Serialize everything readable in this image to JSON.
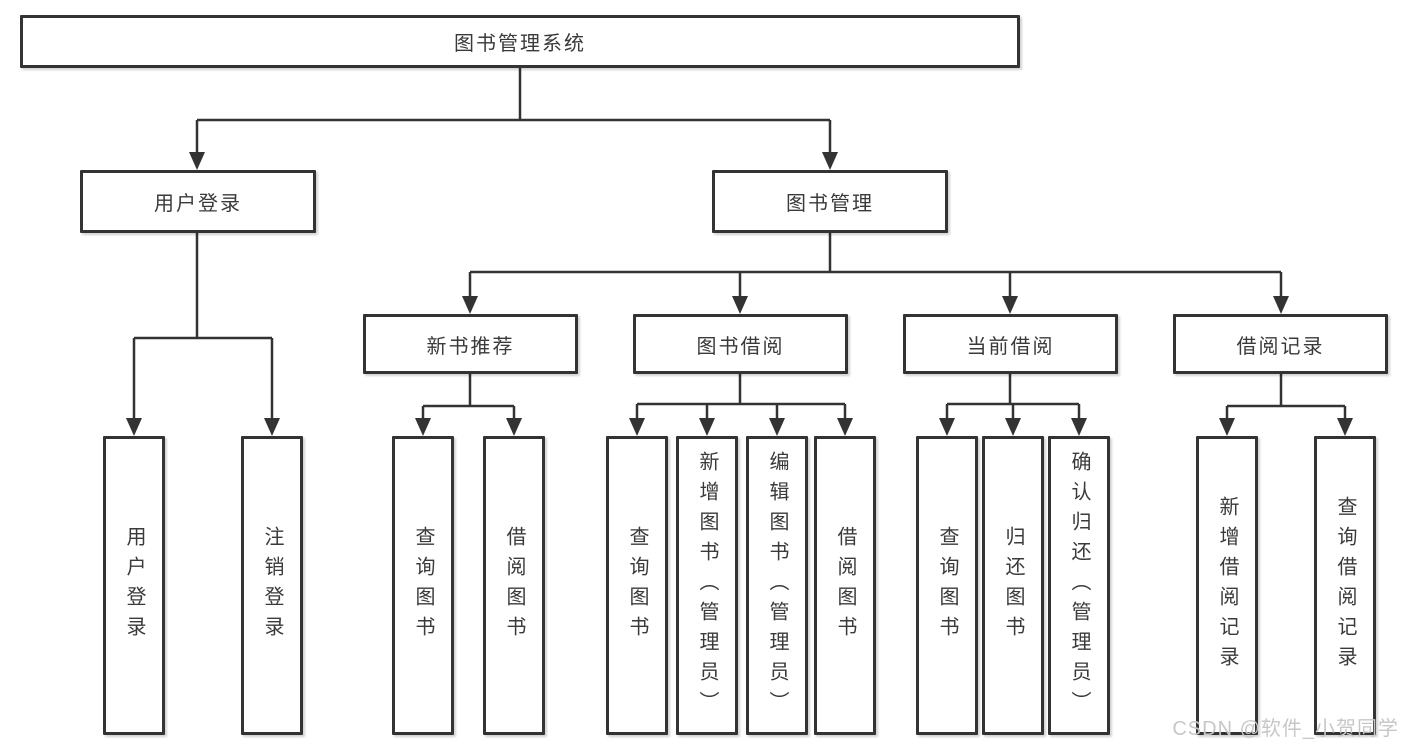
{
  "diagram": {
    "root": {
      "label": "图书管理系统",
      "children": [
        {
          "label": "用户登录",
          "children": [
            {
              "label": "用户登录"
            },
            {
              "label": "注销登录"
            }
          ]
        },
        {
          "label": "图书管理",
          "children": [
            {
              "label": "新书推荐",
              "children": [
                {
                  "label": "查询图书"
                },
                {
                  "label": "借阅图书"
                }
              ]
            },
            {
              "label": "图书借阅",
              "children": [
                {
                  "label": "查询图书"
                },
                {
                  "label": "新增图书（管理员）"
                },
                {
                  "label": "编辑图书（管理员）"
                },
                {
                  "label": "借阅图书"
                }
              ]
            },
            {
              "label": "当前借阅",
              "children": [
                {
                  "label": "查询图书"
                },
                {
                  "label": "归还图书"
                },
                {
                  "label": "确认归还（管理员）"
                }
              ]
            },
            {
              "label": "借阅记录",
              "children": [
                {
                  "label": "新增借阅记录"
                },
                {
                  "label": "查询借阅记录"
                }
              ]
            }
          ]
        }
      ]
    }
  },
  "watermark": {
    "text": "CSDN @软件_小贺同学"
  },
  "colors": {
    "line": "#333333",
    "box_border": "#333333",
    "text": "#3a3a3a",
    "watermark": "#c7c7c7",
    "background": "#ffffff"
  }
}
